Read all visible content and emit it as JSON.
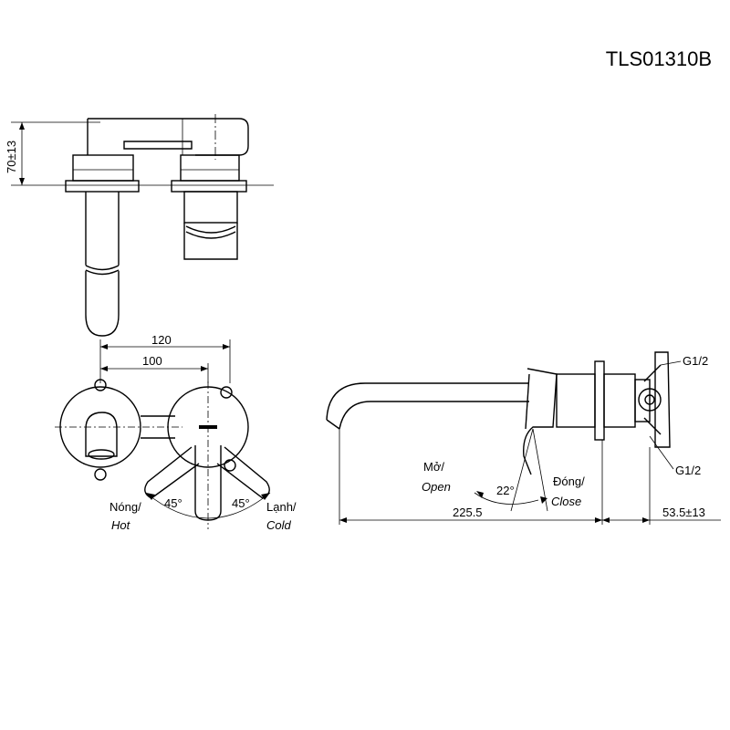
{
  "model": "TLS01310B",
  "dimensions": {
    "depth": "70±13",
    "spacing_outer": "120",
    "spacing_inner": "100",
    "spout_length": "225.5",
    "wall_depth": "53.5±13",
    "angle_left": "45°",
    "angle_right": "45°",
    "angle_lever": "22°",
    "thread_top": "G1/2",
    "thread_bottom": "G1/2"
  },
  "labels": {
    "hot_vi": "Nóng/",
    "hot_en": "Hot",
    "cold_vi": "Lạnh/",
    "cold_en": "Cold",
    "open_vi": "Mở/",
    "open_en": "Open",
    "close_vi": "Đóng/",
    "close_en": "Close"
  }
}
